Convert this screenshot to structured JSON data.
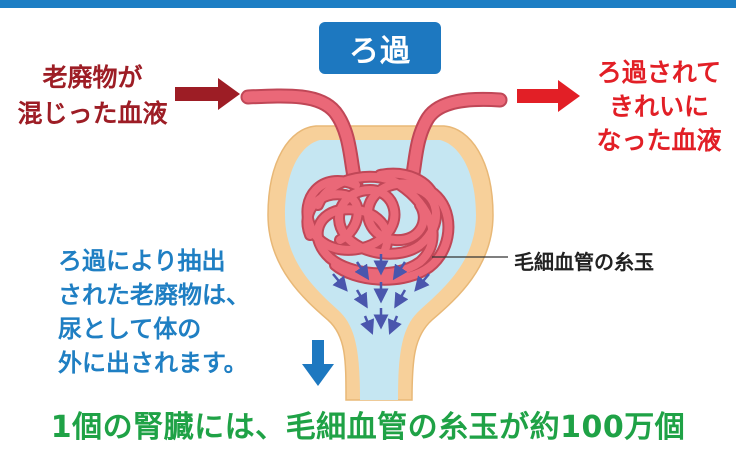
{
  "filtration_badge": "ろ過",
  "left_label": "老廃物が\n混じった血液",
  "right_label": "ろ過されて\nきれいに\nなった血液",
  "capillary_label": "毛細血管の糸玉",
  "side_note": "ろ過により抽出\nされた老廃物は、\n尿として体の\n外に出されます。",
  "bottom_line": "1個の腎臓には、毛細血管の糸玉が約100万個",
  "colors": {
    "header_bar": "#1d7ec4",
    "badge": "#1d78c0",
    "dirty_blood": "#9d1d25",
    "clean_blood": "#e21f26",
    "note_text": "#1f7fc3",
    "bottom_text": "#1fa246",
    "vessel": "#ea6878",
    "capsule_outer": "#f7d09a",
    "capsule_inner": "#c5e6f2",
    "flow_arrows": "#4a56ad"
  }
}
